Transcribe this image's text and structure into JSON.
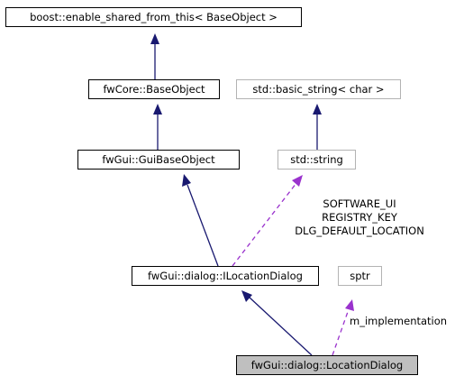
{
  "nodes": {
    "enable_shared": "boost::enable_shared_from_this< BaseObject >",
    "base_object": "fwCore::BaseObject",
    "basic_string": "std::basic_string< char >",
    "gui_base_object": "fwGui::GuiBaseObject",
    "std_string": "std::string",
    "ilocation_dialog": "fwGui::dialog::ILocationDialog",
    "sptr": "sptr",
    "location_dialog": "fwGui::dialog::LocationDialog"
  },
  "edge_labels": {
    "string_usage": [
      "SOFTWARE_UI",
      "REGISTRY_KEY",
      "DLG_DEFAULT_LOCATION"
    ],
    "sptr_usage": "m_implementation"
  },
  "colors": {
    "inheritance_edge": "#191970",
    "usage_edge": "#9a32cd",
    "node_border": "#000000",
    "external_node_border": "#b3b3b3",
    "focus_node_fill": "#bfbfbf"
  }
}
